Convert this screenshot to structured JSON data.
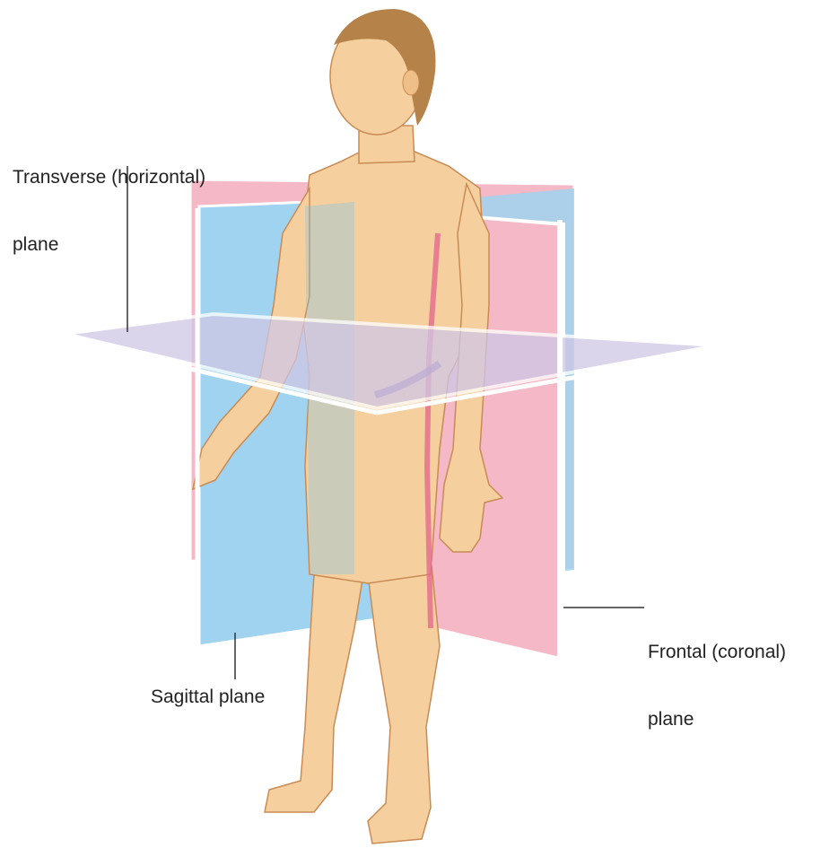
{
  "labels": {
    "transverse_line1": "Transverse (horizontal)",
    "transverse_line2": "plane",
    "frontal_line1": "Frontal (coronal)",
    "frontal_line2": "plane",
    "sagittal": "Sagittal plane"
  },
  "colors": {
    "sagittal_plane": "#9fd3ef",
    "frontal_plane": "#f4b8c6",
    "transverse_plane": "#cfc7e6",
    "skin": "#f5cf9e",
    "skin_shadow": "#e2a86f",
    "hair": "#b5824a",
    "leader_line": "#333333"
  }
}
